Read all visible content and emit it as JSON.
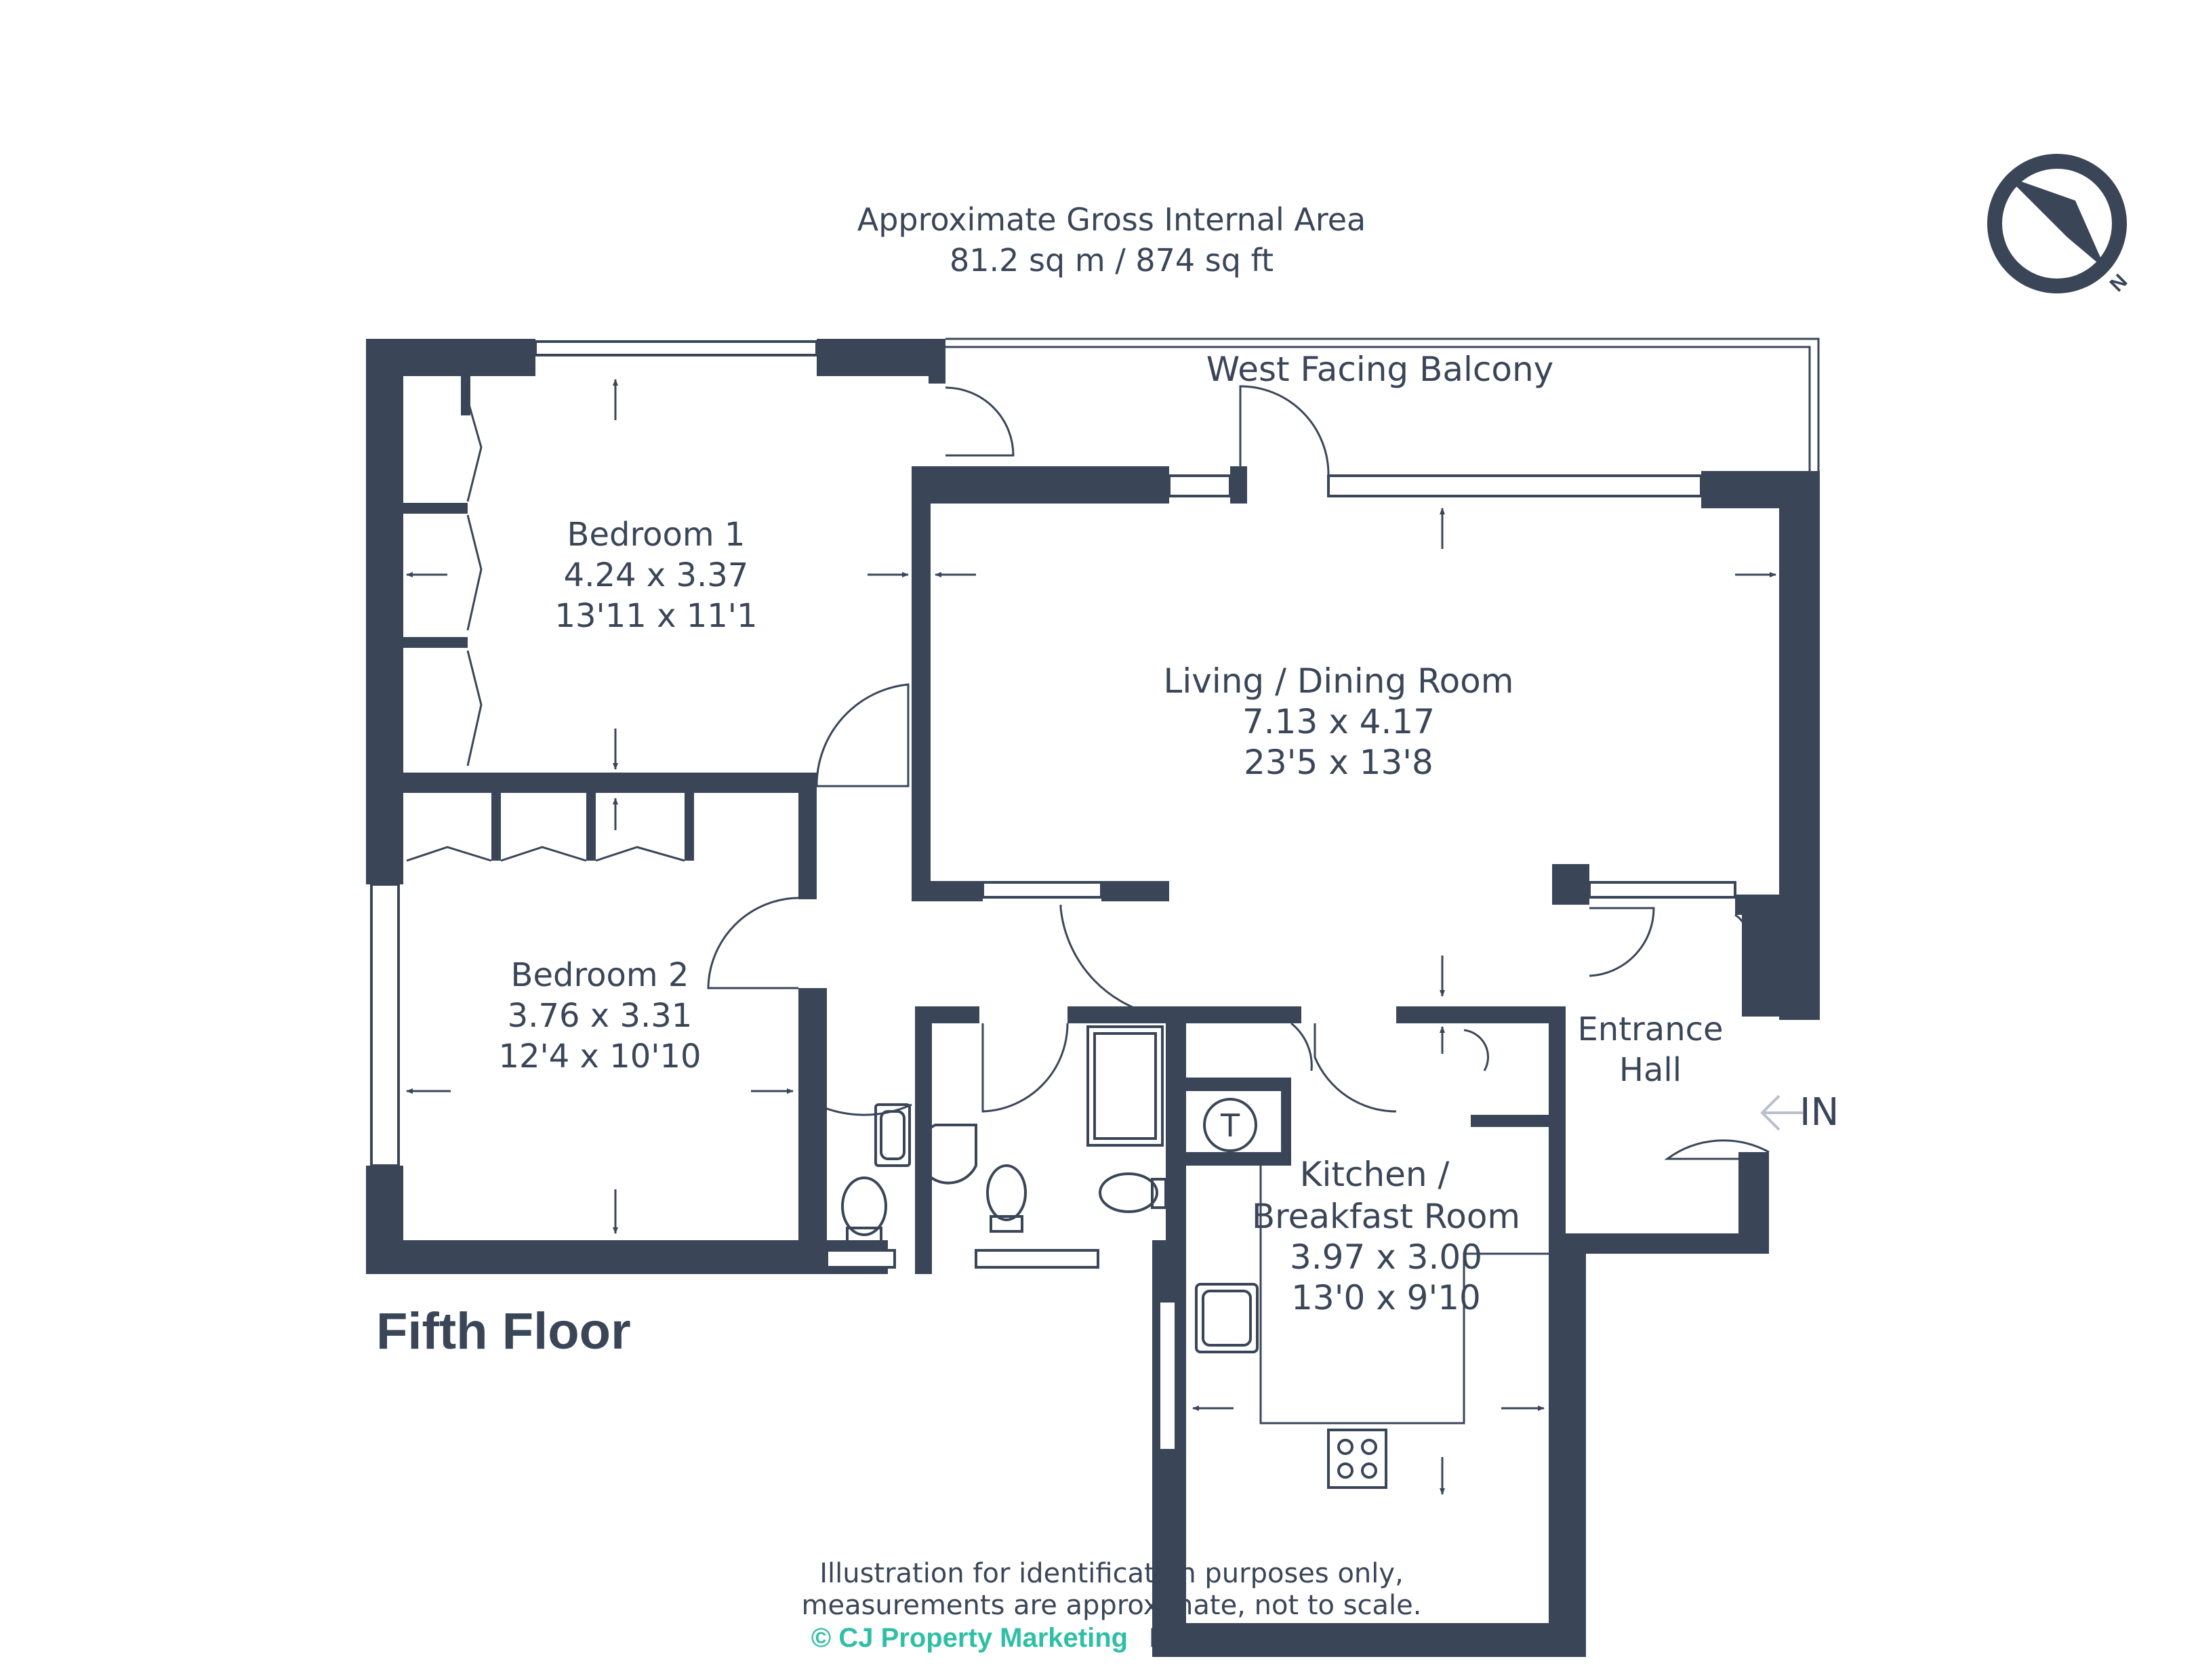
{
  "header": {
    "area_title": "Approximate Gross Internal Area",
    "area_value": "81.2 sq m / 874 sq ft"
  },
  "compass": {
    "icon": "compass-north-icon",
    "label": "N"
  },
  "rooms": {
    "balcony": "West Facing Balcony",
    "bedroom1": {
      "name": "Bedroom 1",
      "metric": "4.24 x 3.37",
      "imperial": "13'11 x 11'1"
    },
    "living": {
      "name": "Living / Dining Room",
      "metric": "7.13 x 4.17",
      "imperial": "23'5 x 13'8"
    },
    "bedroom2": {
      "name": "Bedroom 2",
      "metric": "3.76 x 3.31",
      "imperial": "12'4 x 10'10"
    },
    "entrance": {
      "line1": "Entrance",
      "line2": "Hall"
    },
    "kitchen": {
      "line1": "Kitchen /",
      "line2": "Breakfast Room",
      "metric": "3.97 x 3.00",
      "imperial": "13'0 x 9'10"
    },
    "tank_symbol": "T",
    "entry_label": "IN"
  },
  "floor_label": "Fifth Floor",
  "footer": {
    "disclaimer1": "Illustration for identification purposes only,",
    "disclaimer2": "measurements are approximate, not to scale.",
    "credit": "© CJ Property Marketing",
    "produced_for": "Produced for Robsons"
  },
  "colors": {
    "wall": "#3a4658",
    "text": "#3a4658",
    "accent": "#2fbfa5"
  }
}
